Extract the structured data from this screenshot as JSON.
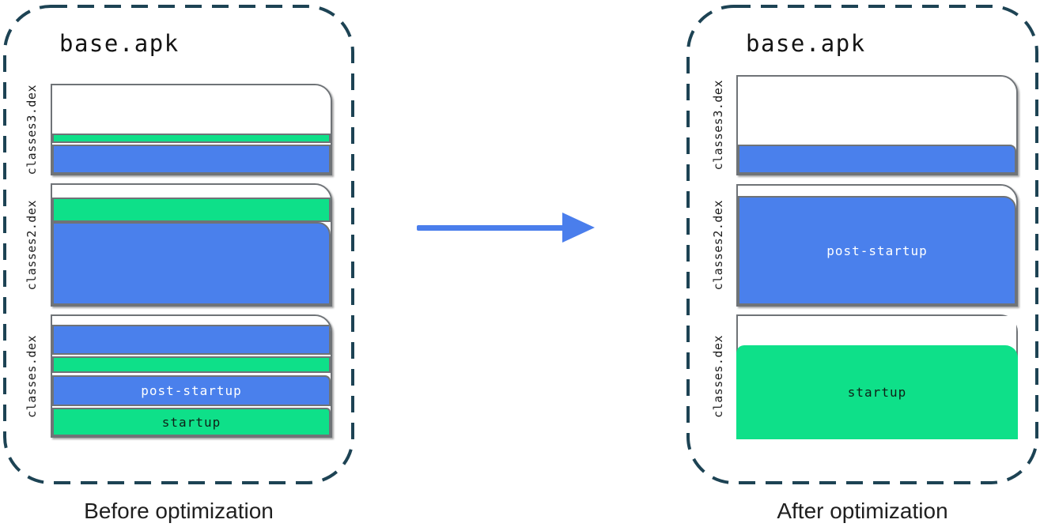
{
  "palette": {
    "blue": "#4a80ec",
    "green": "#0ee089",
    "page_white": "#ffffff",
    "outline": "#1d4354",
    "band_border": "#6f7377",
    "arrow": "#4a7eec"
  },
  "arrow_icon": "right-arrow-icon",
  "before": {
    "title": "base.apk",
    "caption": "Before optimization",
    "files": [
      {
        "label": "classes3.dex"
      },
      {
        "label": "classes2.dex"
      },
      {
        "label": "classes.dex",
        "post_startup_label": "post-startup",
        "startup_label": "startup"
      }
    ]
  },
  "after": {
    "title": "base.apk",
    "caption": "After optimization",
    "files": [
      {
        "label": "classes3.dex"
      },
      {
        "label": "classes2.dex",
        "post_startup_label": "post-startup"
      },
      {
        "label": "classes.dex",
        "startup_label": "startup"
      }
    ]
  }
}
